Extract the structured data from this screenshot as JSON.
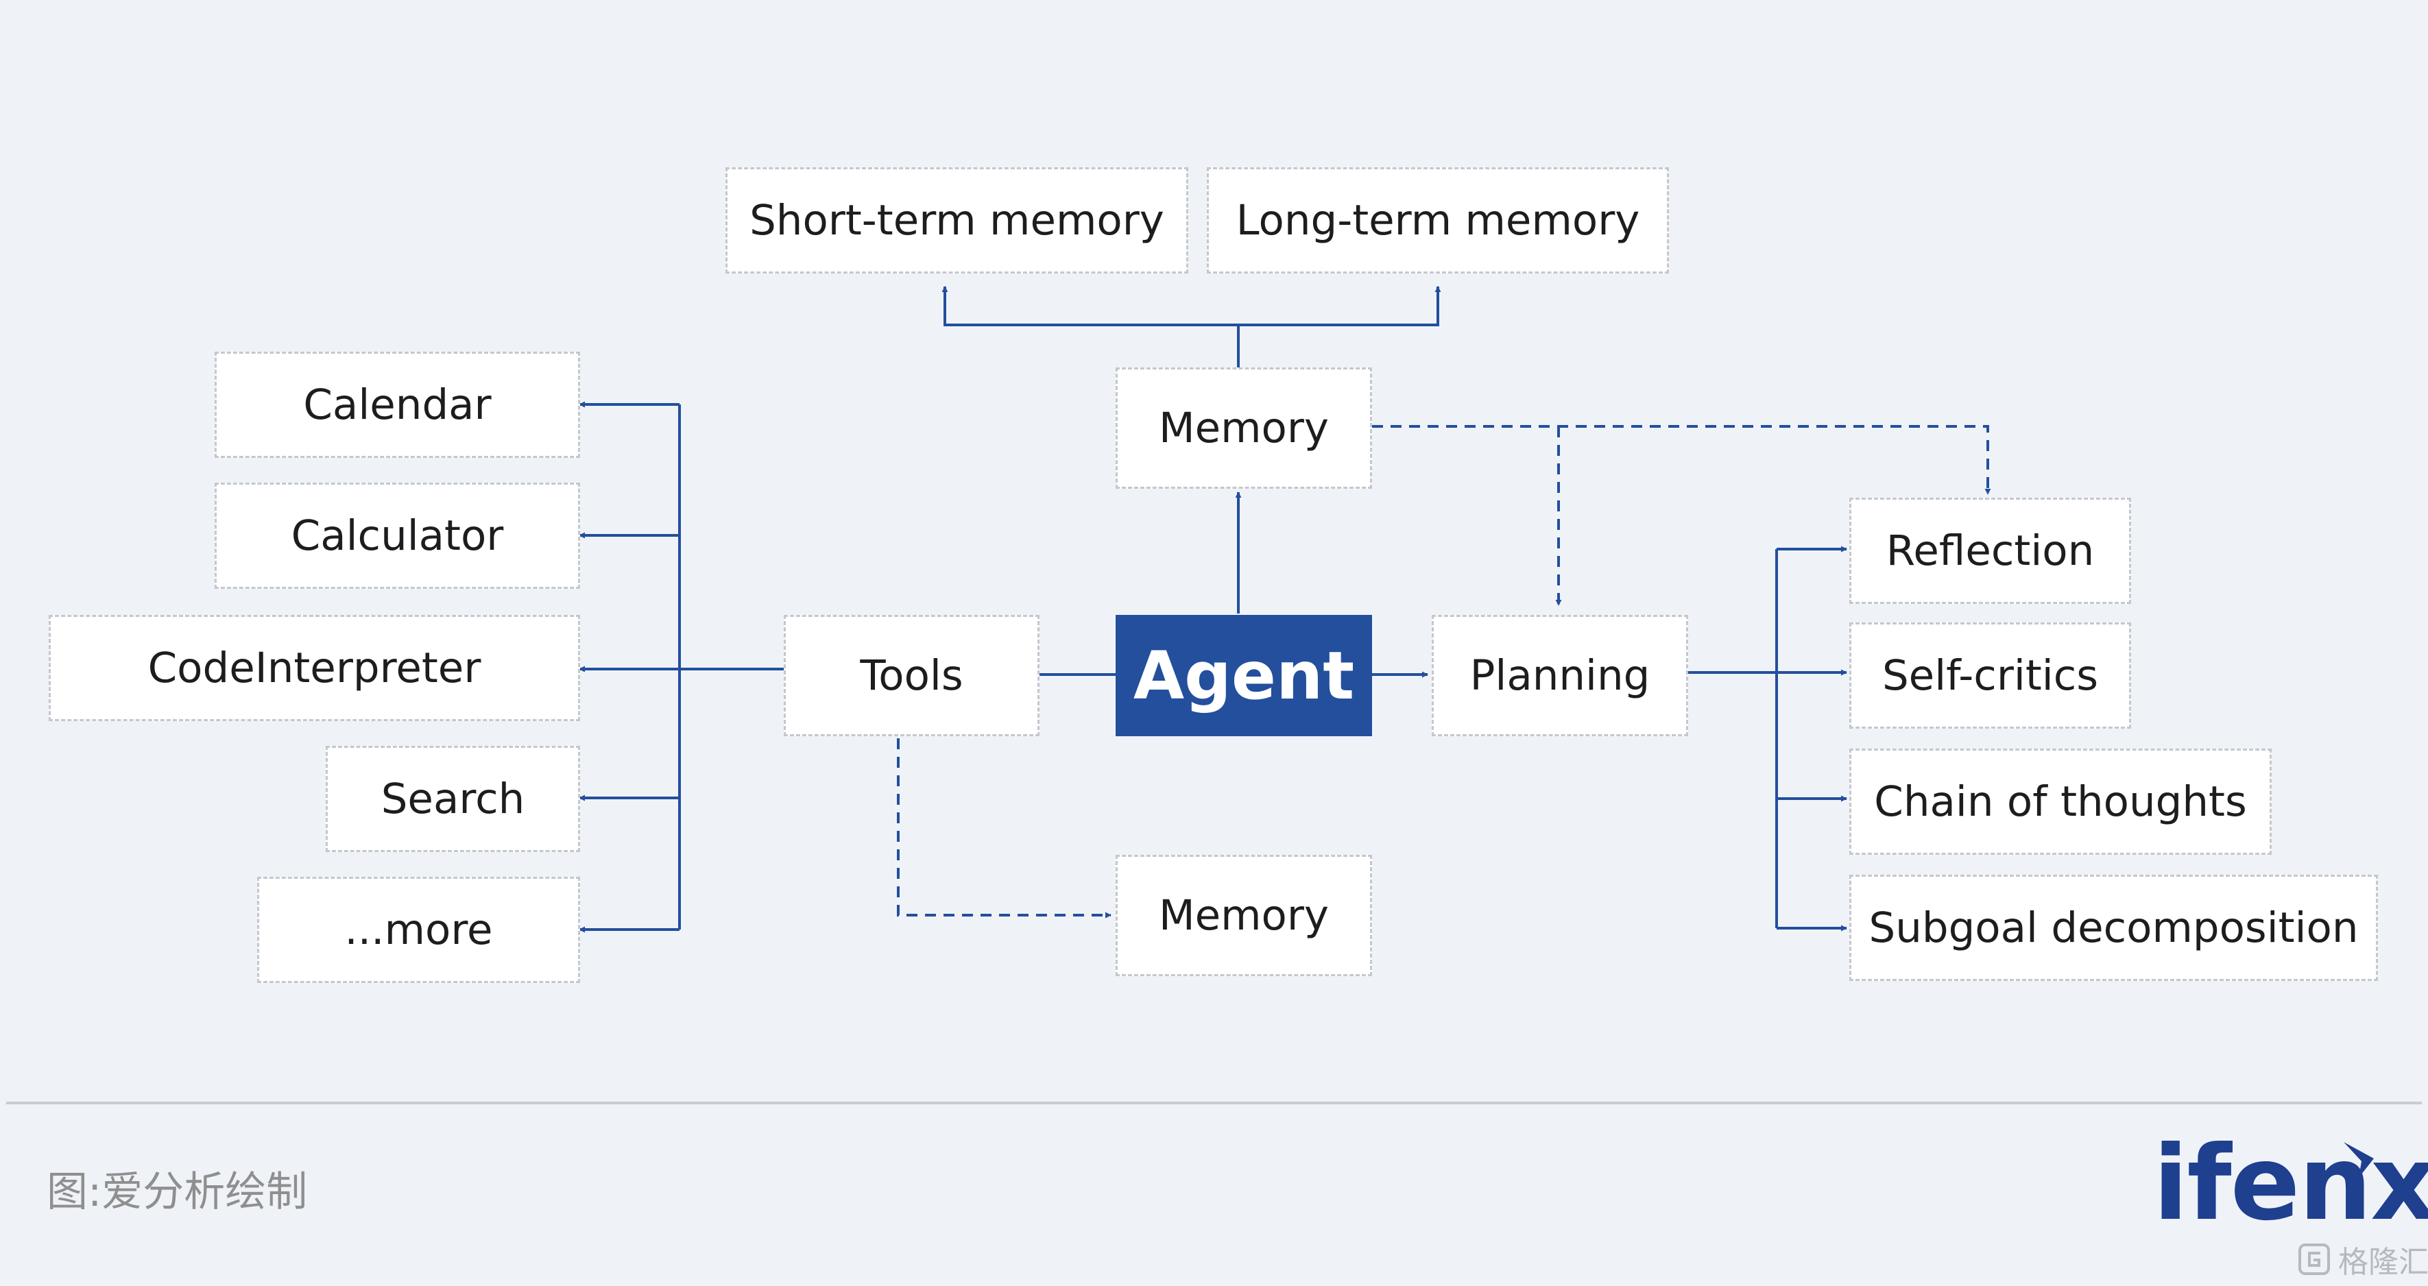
{
  "diagram": {
    "agent": "Agent",
    "memory_top": "Memory",
    "memory_bottom": "Memory",
    "tools": "Tools",
    "planning": "Planning",
    "short_term": "Short-term memory",
    "long_term": "Long-term memory",
    "tool_items": [
      "Calendar",
      "Calculator",
      "CodeInterpreter",
      "Search",
      "...more"
    ],
    "planning_items": [
      "Reflection",
      "Self-critics",
      "Chain of thoughts",
      "Subgoal decomposition"
    ]
  },
  "footer": {
    "caption": "图:爱分析绘制",
    "logo": "ifenxi",
    "watermark": "格隆汇"
  },
  "colors": {
    "accent": "#234f9d",
    "line": "#234f9d",
    "box_border": "#c4c8ce",
    "background": "#eff3f8"
  },
  "icons": [
    "logo-chevron-icon",
    "gelonghui-logo-icon"
  ]
}
